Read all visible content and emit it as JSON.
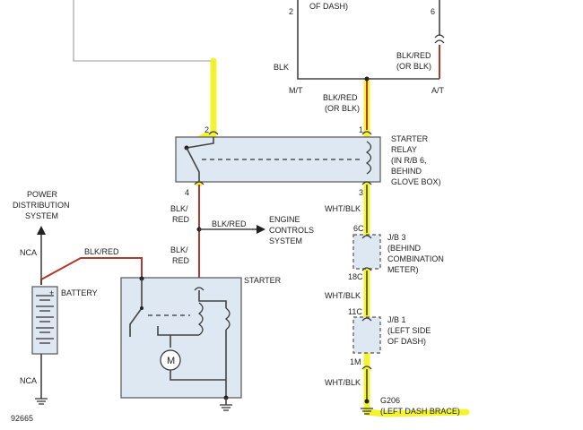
{
  "labels": {
    "top_of_dash": "OF DASH)",
    "pin_2_top": "2",
    "pin_6_top": "6",
    "blk_left": "BLK",
    "blk_red_or_blk_right": "BLK/RED",
    "or_blk_right": "(OR BLK)",
    "mt": "M/T",
    "at": "A/T",
    "blk_red_center": "BLK/RED",
    "or_blk_center": "(OR BLK)",
    "relay_pin_2": "2",
    "relay_pin_1": "1",
    "relay_pin_4": "4",
    "relay_pin_3": "3",
    "starter_relay_1": "STARTER",
    "starter_relay_2": "RELAY",
    "starter_relay_3": "(IN R/B 6,",
    "starter_relay_4": "BEHIND",
    "starter_relay_5": "GLOVE BOX)",
    "blk_red_1a": "BLK/",
    "blk_red_1b": "RED",
    "blk_red_2a": "BLK/",
    "blk_red_2b": "RED",
    "blk_red_branch": "BLK/RED",
    "engine_1": "ENGINE",
    "engine_2": "CONTROLS",
    "engine_3": "SYSTEM",
    "power_1": "POWER",
    "power_2": "DISTRIBUTION",
    "power_3": "SYSTEM",
    "nca_top": "NCA",
    "nca_bottom": "NCA",
    "blk_red_battery": "BLK/RED",
    "battery": "BATTERY",
    "battery_plus": "+",
    "starter": "STARTER",
    "motor": "M",
    "wht_blk_1": "WHT/BLK",
    "wht_blk_2": "WHT/BLK",
    "wht_blk_3": "WHT/BLK",
    "pin_6c": "6C",
    "pin_18c": "18C",
    "pin_11c": "11C",
    "pin_1m": "1M",
    "jb3_1": "J/B 3",
    "jb3_2": "(BEHIND",
    "jb3_3": "COMBINATION",
    "jb3_4": "METER)",
    "jb1_1": "J/B 1",
    "jb1_2": "(LEFT SIDE",
    "jb1_3": "OF DASH)",
    "g206": "G206",
    "left_dash_brace": "(LEFT DASH BRACE)",
    "figure_number": "92665"
  },
  "colors": {
    "highlight": "#f2f21c",
    "red_wire": "#b03a2e",
    "box_fill": "#dde8f2"
  }
}
